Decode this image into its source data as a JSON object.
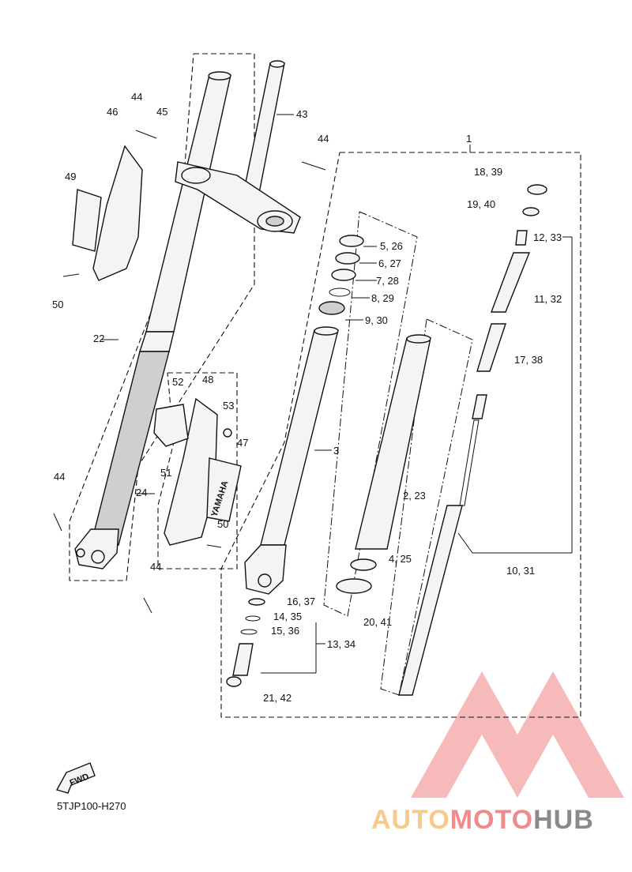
{
  "diagram_code": "5TJP100-H270",
  "fwd_label": "FWD",
  "watermark": {
    "part1": "AUTO",
    "part2": "MOTO",
    "part3": "HUB"
  },
  "colors": {
    "watermark_red": "#f08b8b",
    "watermark_orange": "#f7c98a",
    "watermark_gray": "#8a8a8a"
  },
  "labels": {
    "l1": "1",
    "l3": "3",
    "l22": "22",
    "l24": "24",
    "l43": "43",
    "l44a": "44",
    "l44b": "44",
    "l44c": "44",
    "l44d": "44",
    "l45": "45",
    "l46": "46",
    "l47": "47",
    "l48": "48",
    "l49": "49",
    "l50a": "50",
    "l50b": "50",
    "l51": "51",
    "l52": "52",
    "l53": "53",
    "l5_26": "5, 26",
    "l6_27": "6, 27",
    "l7_28": "7, 28",
    "l8_29": "8, 29",
    "l9_30": "9, 30",
    "l2_23": "2, 23",
    "l4_25": "4, 25",
    "l20_41": "20, 41",
    "l18_39": "18, 39",
    "l19_40": "19, 40",
    "l12_33": "12, 33",
    "l11_32": "11, 32",
    "l17_38": "17, 38",
    "l10_31": "10, 31",
    "l16_37": "16, 37",
    "l14_35": "14, 35",
    "l15_36": "15, 36",
    "l13_34": "13, 34",
    "l21_42": "21, 42"
  },
  "decal_text": "YAMAHA"
}
